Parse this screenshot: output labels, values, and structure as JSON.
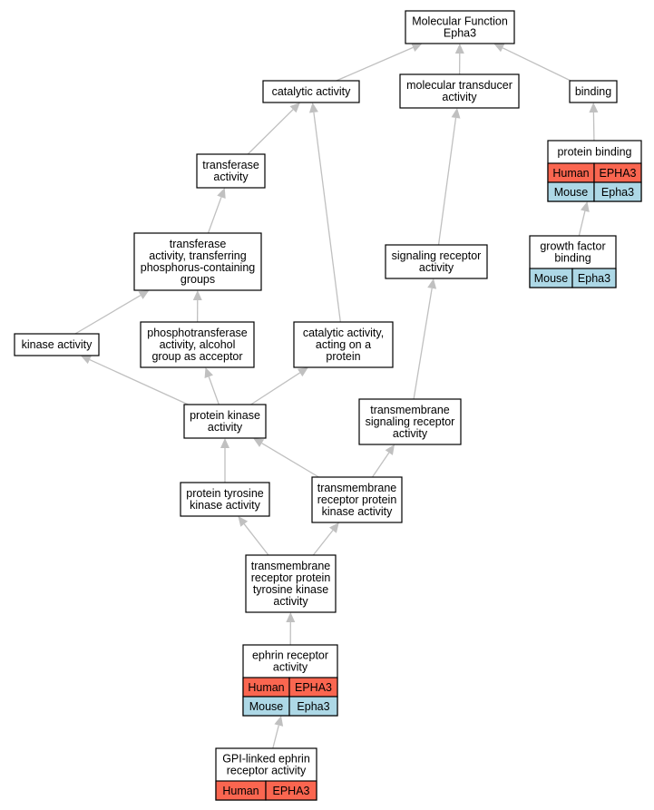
{
  "colors": {
    "human": "#fa6650",
    "mouse": "#add8e6",
    "edge": "#c0c0c0",
    "node_border": "#000000"
  },
  "nodes": [
    {
      "id": "mf",
      "lines": [
        "Molecular Function",
        "Epha3"
      ],
      "rows": []
    },
    {
      "id": "catalytic",
      "lines": [
        "catalytic activity"
      ],
      "rows": []
    },
    {
      "id": "transducer",
      "lines": [
        "molecular transducer",
        "activity"
      ],
      "rows": []
    },
    {
      "id": "binding",
      "lines": [
        "binding"
      ],
      "rows": []
    },
    {
      "id": "protein-binding",
      "lines": [
        "protein binding"
      ],
      "rows": [
        {
          "species": "Human",
          "gene": "EPHA3"
        },
        {
          "species": "Mouse",
          "gene": "Epha3"
        }
      ]
    },
    {
      "id": "transferase",
      "lines": [
        "transferase",
        "activity"
      ],
      "rows": []
    },
    {
      "id": "growth-factor",
      "lines": [
        "growth factor",
        "binding"
      ],
      "rows": [
        {
          "species": "Mouse",
          "gene": "Epha3"
        }
      ]
    },
    {
      "id": "transferase-phos",
      "lines": [
        "transferase",
        "activity, transferring",
        "phosphorus-containing",
        "groups"
      ],
      "rows": []
    },
    {
      "id": "signaling-receptor",
      "lines": [
        "signaling receptor",
        "activity"
      ],
      "rows": []
    },
    {
      "id": "kinase",
      "lines": [
        "kinase activity"
      ],
      "rows": []
    },
    {
      "id": "phosphotransferase",
      "lines": [
        "phosphotransferase",
        "activity, alcohol",
        "group as acceptor"
      ],
      "rows": []
    },
    {
      "id": "catalytic-protein",
      "lines": [
        "catalytic activity,",
        "acting on a",
        "protein"
      ],
      "rows": []
    },
    {
      "id": "protein-kinase",
      "lines": [
        "protein kinase",
        "activity"
      ],
      "rows": []
    },
    {
      "id": "tm-signaling",
      "lines": [
        "transmembrane",
        "signaling receptor",
        "activity"
      ],
      "rows": []
    },
    {
      "id": "ptk",
      "lines": [
        "protein tyrosine",
        "kinase activity"
      ],
      "rows": []
    },
    {
      "id": "tm-rpk",
      "lines": [
        "transmembrane",
        "receptor protein",
        "kinase activity"
      ],
      "rows": []
    },
    {
      "id": "tm-rptk",
      "lines": [
        "transmembrane",
        "receptor protein",
        "tyrosine kinase",
        "activity"
      ],
      "rows": []
    },
    {
      "id": "ephrin",
      "lines": [
        "ephrin receptor",
        "activity"
      ],
      "rows": [
        {
          "species": "Human",
          "gene": "EPHA3"
        },
        {
          "species": "Mouse",
          "gene": "Epha3"
        }
      ]
    },
    {
      "id": "gpi-ephrin",
      "lines": [
        "GPI-linked ephrin",
        "receptor activity"
      ],
      "rows": [
        {
          "species": "Human",
          "gene": "EPHA3"
        }
      ]
    }
  ],
  "edges": [
    {
      "from": "catalytic",
      "to": "mf"
    },
    {
      "from": "transducer",
      "to": "mf"
    },
    {
      "from": "binding",
      "to": "mf"
    },
    {
      "from": "protein-binding",
      "to": "binding"
    },
    {
      "from": "growth-factor",
      "to": "protein-binding"
    },
    {
      "from": "transferase",
      "to": "catalytic"
    },
    {
      "from": "catalytic-protein",
      "to": "catalytic"
    },
    {
      "from": "signaling-receptor",
      "to": "transducer"
    },
    {
      "from": "transferase-phos",
      "to": "transferase"
    },
    {
      "from": "kinase",
      "to": "transferase-phos"
    },
    {
      "from": "phosphotransferase",
      "to": "transferase-phos"
    },
    {
      "from": "protein-kinase",
      "to": "kinase"
    },
    {
      "from": "protein-kinase",
      "to": "phosphotransferase"
    },
    {
      "from": "protein-kinase",
      "to": "catalytic-protein"
    },
    {
      "from": "tm-signaling",
      "to": "signaling-receptor"
    },
    {
      "from": "ptk",
      "to": "protein-kinase"
    },
    {
      "from": "tm-rpk",
      "to": "protein-kinase"
    },
    {
      "from": "tm-rpk",
      "to": "tm-signaling"
    },
    {
      "from": "tm-rptk",
      "to": "ptk"
    },
    {
      "from": "tm-rptk",
      "to": "tm-rpk"
    },
    {
      "from": "ephrin",
      "to": "tm-rptk"
    },
    {
      "from": "gpi-ephrin",
      "to": "ephrin"
    }
  ]
}
